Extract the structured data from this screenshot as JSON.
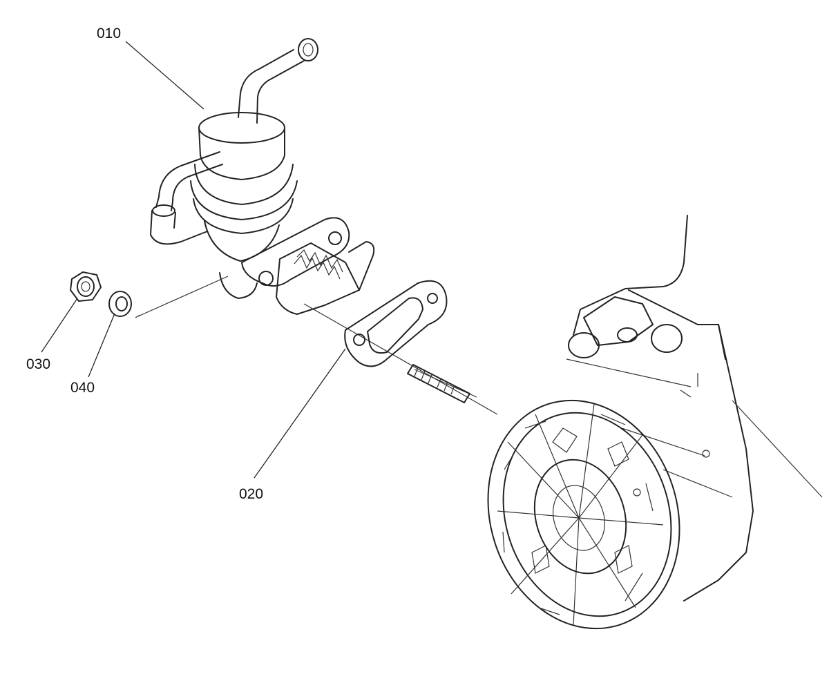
{
  "callouts": {
    "part_010": "010",
    "part_020": "020",
    "part_030": "030",
    "part_040": "040"
  },
  "colors": {
    "ink": "#222222",
    "background": "#ffffff"
  }
}
